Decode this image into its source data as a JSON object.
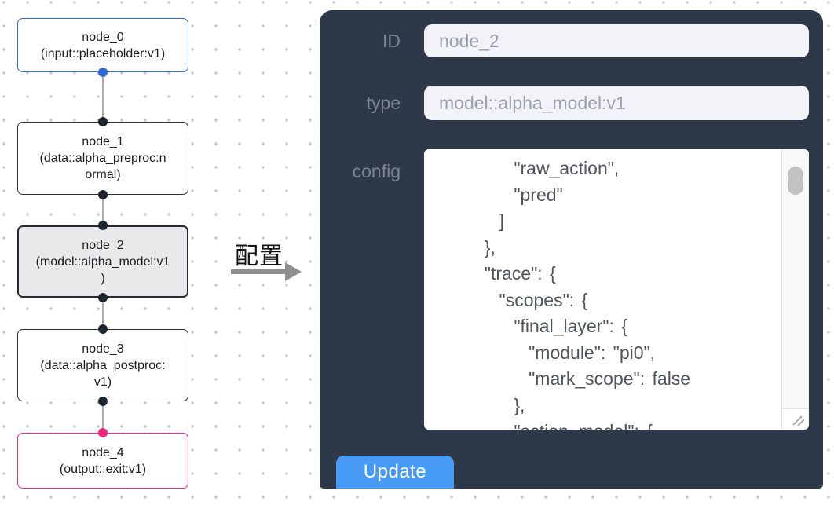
{
  "colors": {
    "panel_bg": "#2d3848",
    "accent_blue": "#2e6bd8",
    "output_pink": "#ee2d86",
    "node_border_dark": "#2b2f3a",
    "selected_node_bg": "#e9e9eb",
    "update_button_blue": "#479bf5",
    "edge_gray": "#ababab",
    "dot_grid_gray": "#c6c6c6"
  },
  "flow": {
    "nodes": [
      {
        "id": "node_0",
        "type": "input::placeholder:v1",
        "lines": [
          "node_0",
          "(input::placeholder:v1)"
        ]
      },
      {
        "id": "node_1",
        "type": "data::alpha_preproc:normal",
        "lines": [
          "node_1",
          "(data::alpha_preproc:n",
          "ormal)"
        ]
      },
      {
        "id": "node_2",
        "type": "model::alpha_model:v1",
        "lines": [
          "node_2",
          "(model::alpha_model:v1",
          ")"
        ],
        "selected": true
      },
      {
        "id": "node_3",
        "type": "data::alpha_postproc:v1",
        "lines": [
          "node_3",
          "(data::alpha_postproc:",
          "v1)"
        ]
      },
      {
        "id": "node_4",
        "type": "output::exit:v1",
        "lines": [
          "node_4",
          "(output::exit:v1)"
        ]
      }
    ]
  },
  "transfer": {
    "label": "配置"
  },
  "panel": {
    "fields": {
      "id": {
        "label": "ID",
        "value": "node_2"
      },
      "type": {
        "label": "type",
        "value": "model::alpha_model:v1"
      },
      "config": {
        "label": "config",
        "value": "      \"raw_action\",\n      \"pred\"\n    ]\n  },\n  \"trace\": {\n    \"scopes\": {\n      \"final_layer\": {\n        \"module\": \"pi0\",\n        \"mark_scope\": false\n      },\n      \"action_model\": {"
      }
    },
    "update_label": "Update"
  }
}
